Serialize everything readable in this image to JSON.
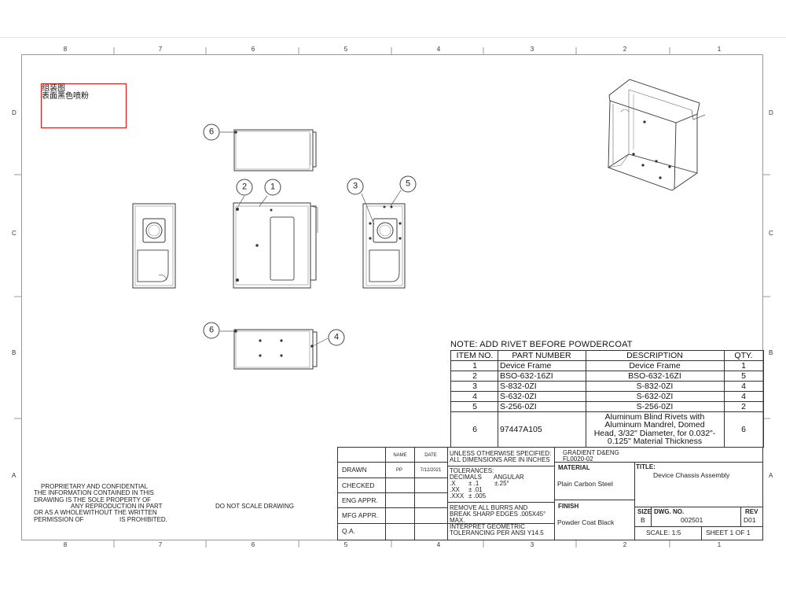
{
  "zones": {
    "columns": [
      "8",
      "7",
      "6",
      "5",
      "4",
      "3",
      "2",
      "1"
    ],
    "rows": [
      "D",
      "C",
      "B",
      "A"
    ]
  },
  "header_note": {
    "line1": "组装图",
    "line2": "表面黑色喷粉"
  },
  "balloons": [
    "6",
    "2",
    "1",
    "3",
    "5",
    "6",
    "4"
  ],
  "bom": {
    "note": "NOTE: ADD RIVET BEFORE POWDERCOAT",
    "headers": [
      "ITEM NO.",
      "PART NUMBER",
      "DESCRIPTION",
      "QTY."
    ],
    "rows": [
      {
        "item": "1",
        "part": "Device Frame",
        "desc": "Device Frame",
        "qty": "1"
      },
      {
        "item": "2",
        "part": "BSO-632-16ZI",
        "desc": "BSO-632-16ZI",
        "qty": "5"
      },
      {
        "item": "3",
        "part": "S-832-0ZI",
        "desc": "S-832-0ZI",
        "qty": "4"
      },
      {
        "item": "4",
        "part": "S-632-0ZI",
        "desc": "S-632-0ZI",
        "qty": "4"
      },
      {
        "item": "5",
        "part": "S-256-0ZI",
        "desc": "S-256-0ZI",
        "qty": "2"
      },
      {
        "item": "6",
        "part": "97447A105",
        "desc_lines": [
          "Aluminum Blind Rivets with",
          "Aluminum Mandrel, Domed",
          "Head, 3/32\" Diameter, for 0.032\"-",
          "0.125\" Material Thickness"
        ],
        "qty": "6"
      }
    ]
  },
  "title_block": {
    "col_name": "NAME",
    "col_date": "DATE",
    "drawn": "DRAWN",
    "drawn_name": "PP",
    "drawn_date": "7/12/2021",
    "checked": "CHECKED",
    "eng_appr": "ENG APPR.",
    "mfg_appr": "MFG APPR.",
    "qa": "Q.A.",
    "unless_1": "UNLESS OTHERWISE SPECIFIED:",
    "unless_2": "ALL DIMENSIONS ARE IN INCHES",
    "tol_title": "TOLERANCES:",
    "tol_decimals": "DECIMALS",
    "tol_angular": "ANGULAR",
    "tol_x": ".X",
    "tol_x_val": "± .1",
    "tol_ang_val": "±.25°",
    "tol_xx": ".XX",
    "tol_xx_val": "± .01",
    "tol_xxx": ".XXX",
    "tol_xxx_val": "± .005",
    "burr_1": "REMOVE ALL BURRS AND",
    "burr_2": "BREAK SHARP EDGES .005X45°",
    "burr_3": "MAX.",
    "interp_1": "INTERPRET GEOMETRIC",
    "interp_2": "TOLERANCING PER ANSI Y14.5",
    "company_1": "GRADIENT D&ENG",
    "company_2": "FL0020-02",
    "material_label": "MATERIAL",
    "material": "Plain Carbon Steel",
    "finish_label": "FINISH",
    "finish": "Powder Coat Black",
    "title_label": "TITLE:",
    "title": "Device Chassis Assembly",
    "size_label": "SIZE",
    "size": "B",
    "dwg_label": "DWG. NO.",
    "dwg_no": "002501",
    "rev_label": "REV",
    "rev": "D01",
    "scale": "SCALE: 1:5",
    "sheet": "SHEET 1 OF 1"
  },
  "proprietary": {
    "l1": "PROPRIETARY AND CONFIDENTIAL",
    "l2": "THE INFORMATION CONTAINED IN THIS",
    "l3": "DRAWING IS THE SOLE PROPERTY OF",
    "l4": "ANY REPRODUCTION IN PART",
    "l5": "OR AS A WHOLEWITHOUT THE WRITTEN",
    "l6a": "PERMISSION OF",
    "l6b": "IS PROHIBITED."
  },
  "do_not_scale": "DO NOT SCALE DRAWING",
  "colors": {
    "line": "#444444",
    "highlight": "#e0201e"
  }
}
